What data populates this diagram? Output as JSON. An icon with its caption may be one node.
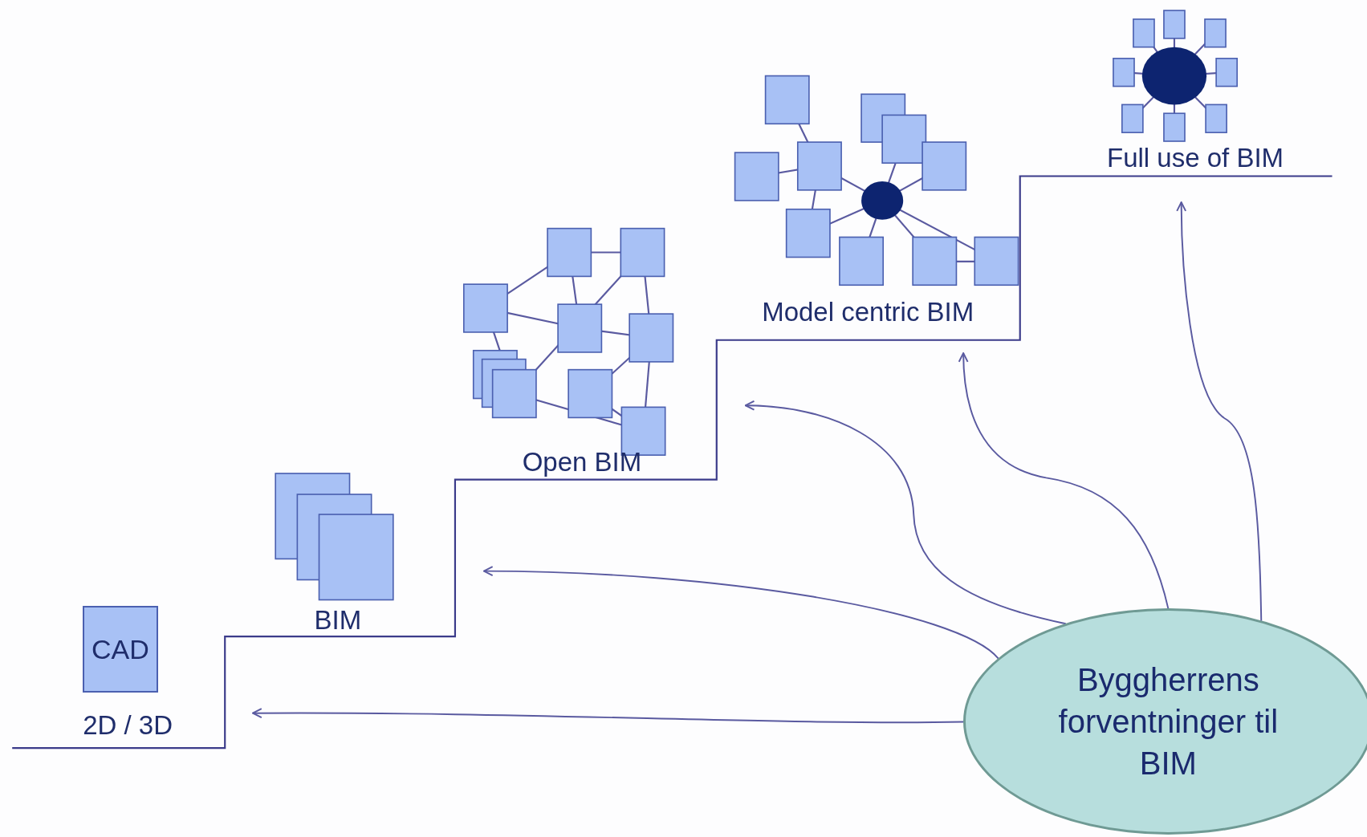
{
  "diagram": {
    "nodes": [
      {
        "text": [
          "CAD"
        ]
      },
      {
        "text": [
          "2D / 3D"
        ]
      },
      {
        "text": [
          "BIM"
        ]
      },
      {
        "text": [
          "Open BIM"
        ]
      },
      {
        "text": [
          "Model centric BIM"
        ]
      },
      {
        "text": [
          "Full use of BIM"
        ]
      },
      {
        "text": [
          "Byggherrens forventninger til BIM"
        ]
      }
    ],
    "edges": [
      {
        "from": 6,
        "to": null,
        "arrow": "to"
      },
      {
        "from": 6,
        "to": null,
        "arrow": "to"
      },
      {
        "from": 6,
        "to": null,
        "arrow": "to"
      },
      {
        "from": 6,
        "to": 4,
        "arrow": "to"
      },
      {
        "from": 6,
        "to": 5,
        "arrow": "to"
      }
    ]
  }
}
